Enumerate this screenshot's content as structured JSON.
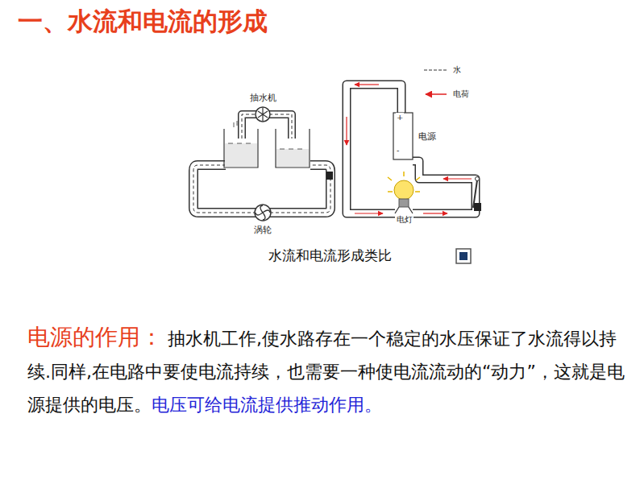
{
  "diagram": {
    "title": "一、水流和电流的形成",
    "caption": "水流和电流形成类比",
    "labels": [
      "抽水机",
      "涡轮",
      "电源",
      "电灯",
      "+",
      "-",
      "电源的作用：",
      "抽水机工作,使水路存在一个稳定的水压保证了水流得以持续.同样,在电路中要使电流持续，也需要一种使电流流动的“动力”，这就是电源提供的电压。",
      "电压可给电流提供推动作用。"
    ],
    "legend": [
      {
        "text": "水"
      },
      {
        "text": "电荷"
      }
    ]
  }
}
